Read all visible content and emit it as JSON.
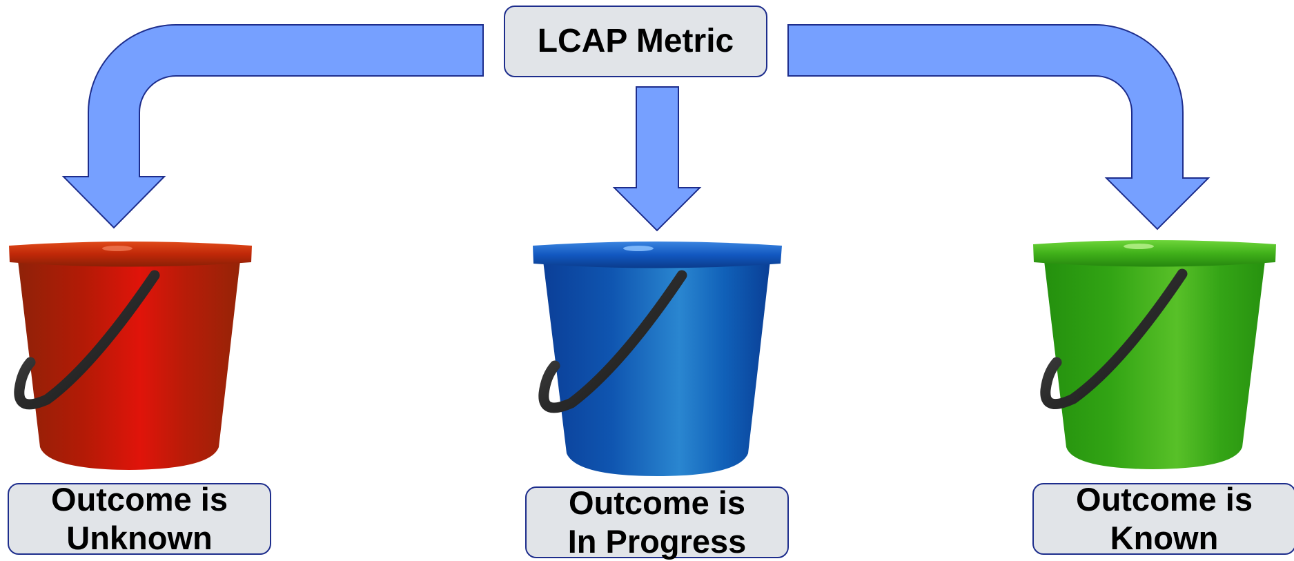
{
  "title": "LCAP Metric",
  "colors": {
    "arrow_fill": "#76a0ff",
    "arrow_stroke": "#1d2d8c",
    "label_bg": "#e1e4e8",
    "label_border": "#1d2d8c",
    "bucket_red": "#c8160a",
    "bucket_blue": "#1463b4",
    "bucket_green": "#3aa81a",
    "handle": "#333333"
  },
  "buckets": [
    {
      "name": "unknown",
      "color": "red",
      "label_line1": "Outcome is",
      "label_line2": "Unknown"
    },
    {
      "name": "in-progress",
      "color": "blue",
      "label_line1": "Outcome is",
      "label_line2": "In Progress"
    },
    {
      "name": "known",
      "color": "green",
      "label_line1": "Outcome is",
      "label_line2": "Known"
    }
  ]
}
